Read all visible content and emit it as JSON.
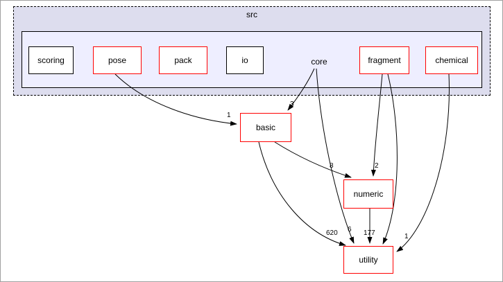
{
  "graph": {
    "parent_label": "src",
    "current_label": "core",
    "subdirs": [
      {
        "label": "scoring",
        "border": "black"
      },
      {
        "label": "pose",
        "border": "red"
      },
      {
        "label": "pack",
        "border": "red"
      },
      {
        "label": "io",
        "border": "black"
      },
      {
        "label": "fragment",
        "border": "red"
      },
      {
        "label": "chemical",
        "border": "red"
      }
    ],
    "deps": [
      {
        "label": "basic",
        "border": "red"
      },
      {
        "label": "numeric",
        "border": "red"
      },
      {
        "label": "utility",
        "border": "red"
      }
    ],
    "edges": [
      {
        "from": "pose",
        "to": "basic",
        "label": "1"
      },
      {
        "from": "core",
        "to": "basic",
        "label": "3"
      },
      {
        "from": "basic",
        "to": "numeric",
        "label": "8"
      },
      {
        "from": "fragment",
        "to": "numeric",
        "label": "2"
      },
      {
        "from": "basic",
        "to": "utility",
        "label": "620"
      },
      {
        "from": "core",
        "to": "utility",
        "label": "6"
      },
      {
        "from": "numeric",
        "to": "utility",
        "label": "177"
      },
      {
        "from": "fragment",
        "to": "utility",
        "label": ""
      },
      {
        "from": "chemical",
        "to": "utility",
        "label": "1"
      }
    ],
    "colors": {
      "outer_cluster_fill": "#ddddee",
      "inner_cluster_fill": "#eeeeff",
      "node_fill": "#ffffff",
      "red_border": "#ff0000",
      "black_border": "#000000"
    }
  }
}
